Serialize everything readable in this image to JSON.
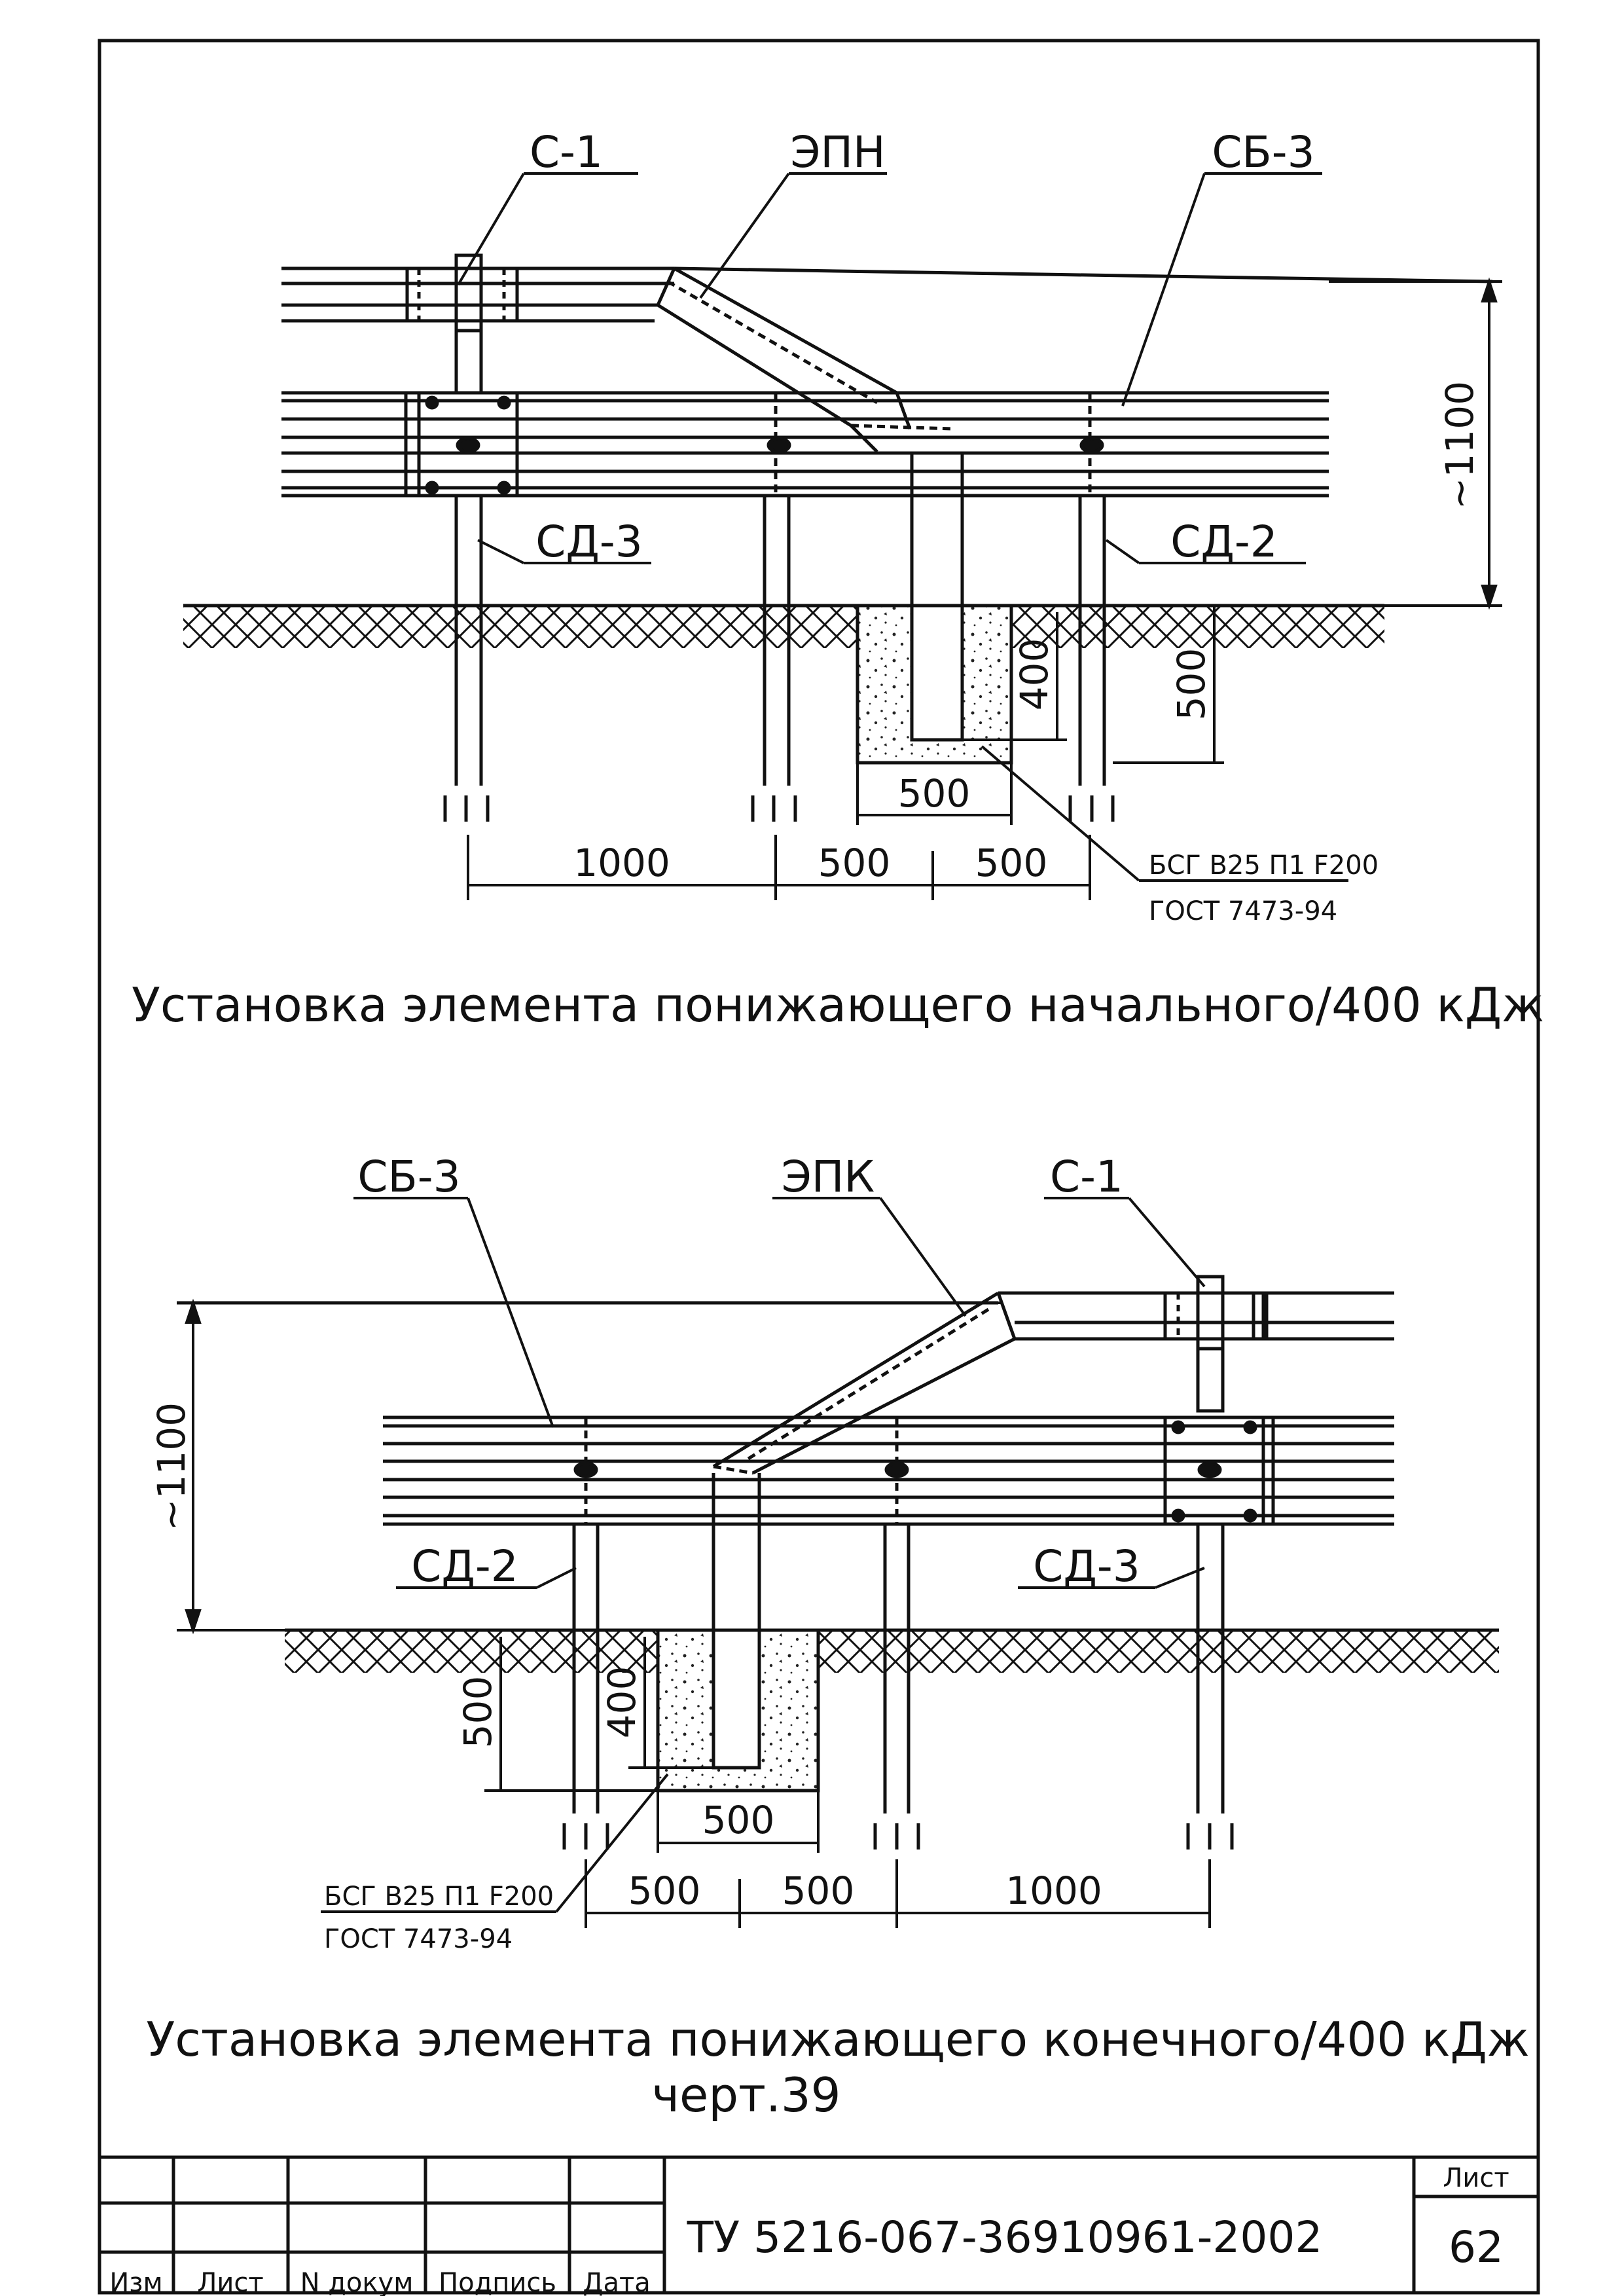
{
  "drawing1": {
    "labels": {
      "top_left": "С-1",
      "top_mid": "ЭПН",
      "top_right": "СБ-3",
      "post_left": "СД-3",
      "post_right": "СД-2"
    },
    "dims": {
      "height": "~1100",
      "depth_post": "500",
      "depth_elem": "400",
      "foundation_width": "500",
      "span_1": "1000",
      "span_2": "500",
      "span_3": "500"
    },
    "concrete_note": {
      "line1": "БСГ В25 П1 F200",
      "line2": "ГОСТ 7473-94"
    },
    "caption": "Установка элемента понижающего начального/400 кДж"
  },
  "drawing2": {
    "labels": {
      "top_left": "СБ-3",
      "top_mid": "ЭПК",
      "top_right": "С-1",
      "post_left": "СД-2",
      "post_right": "СД-3"
    },
    "dims": {
      "height": "~1100",
      "depth_post": "500",
      "depth_elem": "400",
      "foundation_width": "500",
      "span_1": "500",
      "span_2": "500",
      "span_3": "1000"
    },
    "concrete_note": {
      "line1": "БСГ В25 П1 F200",
      "line2": "ГОСТ 7473-94"
    },
    "caption": "Установка элемента понижающего конечного/400 кДж",
    "subcaption": "черт.39"
  },
  "title_block": {
    "code": "ТУ 5216-067-36910961-2002",
    "sheet_label": "Лист",
    "sheet_number": "62",
    "columns": [
      "Изм",
      "Лист",
      "N докум",
      "Подпись",
      "Дата"
    ]
  }
}
